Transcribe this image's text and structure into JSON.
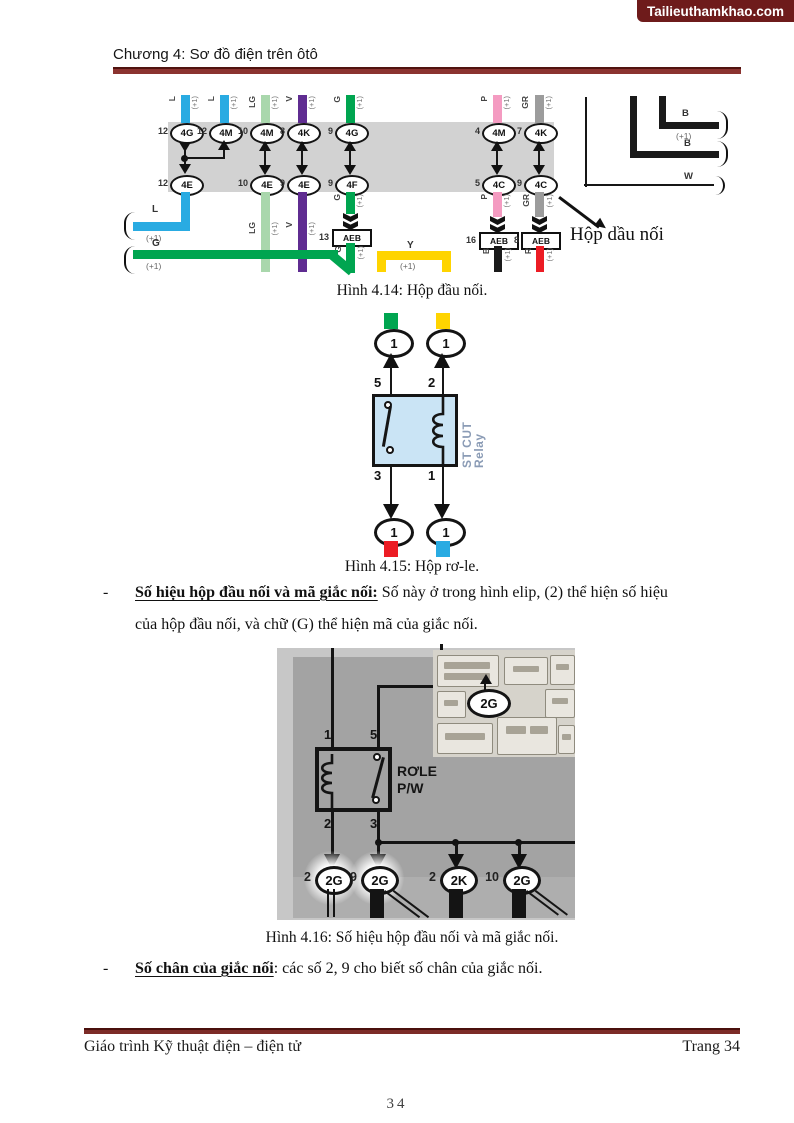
{
  "watermark": "Tailieuthamkhao.com",
  "header": {
    "title": "Chương 4: Sơ đồ điện trên ôtô"
  },
  "colors": {
    "blue": "#29ABE2",
    "light_green": "#A9D7AC",
    "purple": "#5F2C91",
    "green": "#00A550",
    "pink": "#F49BC1",
    "gray": "#9C9C9C",
    "yellow": "#FFD400",
    "black": "#1A1A1A",
    "red": "#EC1C24",
    "white_wire": "#FFFFFF",
    "relay_fill": "#CAE4F5",
    "accent_maroon": "#7C2B27",
    "band_gray": "#D2D2D2"
  },
  "fig414": {
    "caption": "Hình 4.14: Hộp đầu nối.",
    "annotation": "Hộp dầu nối",
    "columns": [
      {
        "wire": "L",
        "note": "(+1)",
        "pin_top": "12",
        "code_top": "4G",
        "pin_bot": "12",
        "code_bot": "4E"
      },
      {
        "wire": "L",
        "note": "(+1)",
        "pin_top": "12",
        "code_top": "4M"
      },
      {
        "wire": "LG",
        "note": "(+1)",
        "pin_top": "10",
        "code_top": "4M",
        "pin_bot": "10",
        "code_bot": "4E",
        "sub_wire": "LG",
        "sub_note": "(+1)"
      },
      {
        "wire": "V",
        "note": "(+1)",
        "pin_top": "8",
        "code_top": "4K",
        "pin_bot": "9",
        "code_bot": "4E",
        "sub_wire": "V",
        "sub_note": "(+1)"
      },
      {
        "wire": "G",
        "note": "(+1)",
        "pin_top": "9",
        "code_top": "4G",
        "pin_bot": "9",
        "code_bot": "4F",
        "sub_wire": "G",
        "sub_note": "(+1)",
        "box_pin": "13",
        "box_code": "AEB",
        "out_wire": "G",
        "out_note": "(+1)"
      },
      {
        "wire": "P",
        "note": "(+1)",
        "pin_top": "4",
        "code_top": "4M",
        "pin_bot": "5",
        "code_bot": "4C",
        "sub_wire": "P",
        "sub_note": "(+1)",
        "box_pin": "16",
        "box_code": "AEB",
        "out_wire": "B",
        "out_note": "(+1)"
      },
      {
        "wire": "GR",
        "note": "(+1)",
        "pin_top": "7",
        "code_top": "4K",
        "pin_bot": "9",
        "code_bot": "4C",
        "sub_wire": "GR",
        "sub_note": "(+1)",
        "box_pin": "8",
        "box_code": "AEB",
        "out_wire": "R",
        "out_note": "(+1)"
      }
    ],
    "left_wire_1": {
      "wire": "L",
      "note": "(+1)"
    },
    "left_wire_2": {
      "wire": "G",
      "note": "(+1)"
    },
    "yellow_wire": {
      "wire": "Y",
      "note": "(+1)"
    },
    "right_bundle": [
      {
        "label": "B",
        "note": "(+1)"
      },
      {
        "label": "B"
      },
      {
        "label": "W"
      }
    ]
  },
  "fig415": {
    "caption": "Hình 4.15: Hộp rơ-le.",
    "relay_label_1": "ST CUT",
    "relay_label_2": "Relay",
    "pins": {
      "top_left": "5",
      "top_right": "2",
      "bottom_left": "3",
      "bottom_right": "1"
    },
    "conn_top_left": "1",
    "conn_top_right": "1",
    "conn_bottom_left": "1",
    "conn_bottom_right": "1"
  },
  "para1": {
    "dash": "-",
    "lead": "Số hiệu hộp đầu nối và mã giắc nối:",
    "rest_line1": " Số này ở trong hình elip, (2) thể hiện số hiệu",
    "line2": "của hộp đầu nối, và chữ (G) thể hiện mã của giắc nối."
  },
  "fig416": {
    "caption": "Hình 4.16: Số hiệu hộp đầu nối và mã giắc nối.",
    "photo_code": "2G",
    "relay_name_1": "RƠLE",
    "relay_name_2": "P/W",
    "pins": {
      "top_left": "1",
      "top_right": "5",
      "bottom_left": "2",
      "bottom_right": "3"
    },
    "connectors": [
      {
        "pin": "2",
        "code": "2G"
      },
      {
        "pin": "9",
        "code": "2G"
      },
      {
        "pin": "2",
        "code": "2K"
      },
      {
        "pin": "10",
        "code": "2G"
      }
    ]
  },
  "para2": {
    "dash": "-",
    "lead": "Số chân của giắc nối",
    "rest": ": các số 2, 9 cho biết số chân của giắc nối."
  },
  "footer": {
    "left": "Giáo trình Kỹ thuật điện – điện tử",
    "right": "Trang 34"
  },
  "page_number": "34"
}
